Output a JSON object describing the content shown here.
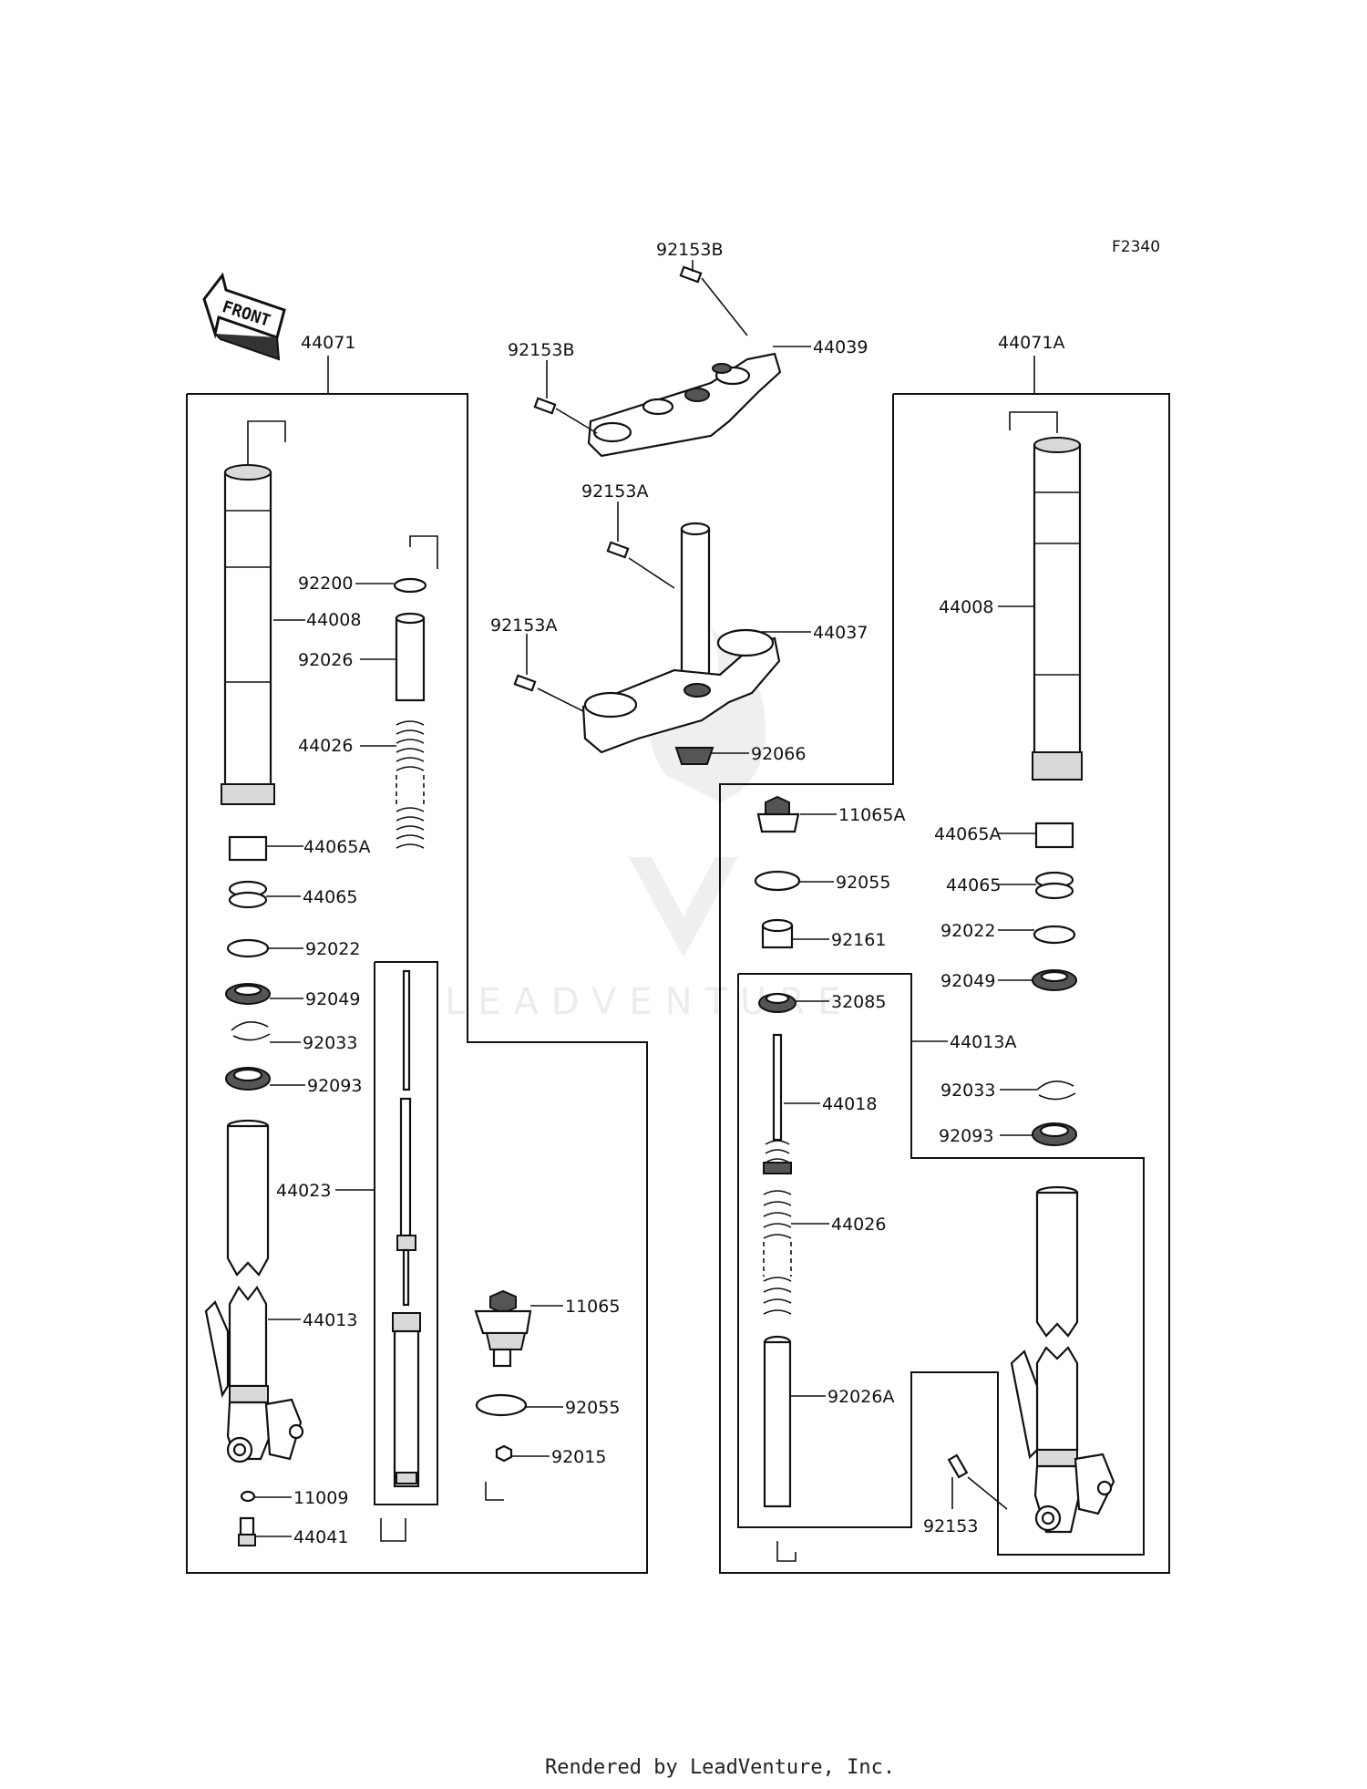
{
  "diagram_code": "F2340",
  "front_arrow_text": "FRONT",
  "watermark_text": "LEADVENTURE",
  "footer": "Rendered by LeadVenture, Inc.",
  "left_assembly": {
    "code": "44071",
    "parts": [
      "92200",
      "44008",
      "92026",
      "44026",
      "44065A",
      "44065",
      "92022",
      "92049",
      "92033",
      "92093",
      "44023",
      "44013",
      "11065",
      "92055",
      "92015",
      "11009",
      "44041"
    ]
  },
  "top_clamp": {
    "parts": [
      "92153B",
      "92153B",
      "44039"
    ]
  },
  "lower_clamp": {
    "parts": [
      "92153A",
      "92153A",
      "44037",
      "92066"
    ]
  },
  "right_assembly": {
    "code": "44071A",
    "sub_code": "44013A",
    "parts": [
      "44008",
      "11065A",
      "44065A",
      "92055",
      "44065",
      "92161",
      "92022",
      "32085",
      "92049",
      "44018",
      "92033",
      "92093",
      "44026",
      "92026A",
      "92153"
    ]
  }
}
